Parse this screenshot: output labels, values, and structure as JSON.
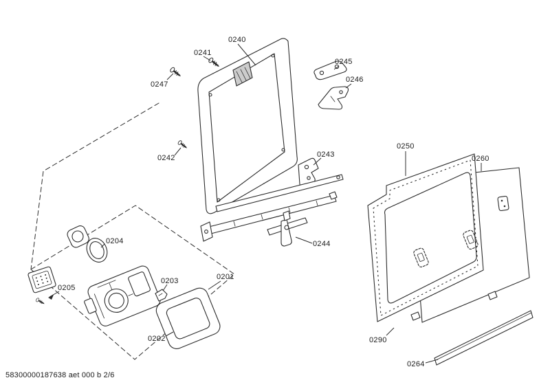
{
  "document": {
    "footer": "58300000187638 aet 000 b 2/6"
  },
  "colors": {
    "line": "#2b2b2b",
    "label_text": "#1a1a1a",
    "background": "#ffffff"
  },
  "parts": [
    {
      "id": "0201"
    },
    {
      "id": "0202"
    },
    {
      "id": "0203"
    },
    {
      "id": "0204"
    },
    {
      "id": "0205"
    },
    {
      "id": "0240"
    },
    {
      "id": "0241"
    },
    {
      "id": "0242"
    },
    {
      "id": "0243"
    },
    {
      "id": "0244"
    },
    {
      "id": "0245"
    },
    {
      "id": "0246"
    },
    {
      "id": "0247"
    },
    {
      "id": "0250"
    },
    {
      "id": "0260"
    },
    {
      "id": "0264"
    },
    {
      "id": "0290"
    }
  ]
}
